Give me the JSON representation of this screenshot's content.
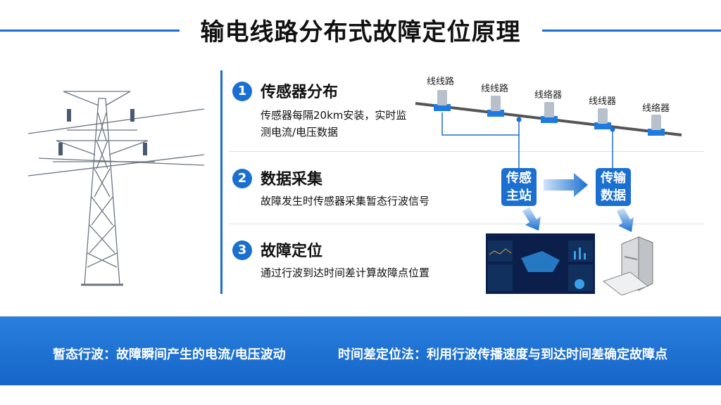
{
  "title": "输电线路分布式故障定位原理",
  "steps": [
    {
      "num": "1",
      "title": "传感器分布",
      "desc": "传感器每隔20km安装，实时监测电流/电压数据"
    },
    {
      "num": "2",
      "title": "数据采集",
      "desc": "故障发生时传感器采集暂态行波信号"
    },
    {
      "num": "3",
      "title": "故障定位",
      "desc": "通过行波到达时间差计算故障点位置"
    }
  ],
  "sensors": [
    "线线路",
    "线线路",
    "线络器",
    "线线器",
    "线络器"
  ],
  "boxes": {
    "master": "传感\n主站",
    "transmit": "传输\n数据"
  },
  "footer": {
    "left": "暂态行波：故障瞬间产生的电流/电压波动",
    "right": "时间差定位法：利用行波传播速度与到达时间差确定故障点"
  },
  "colors": {
    "accent": "#1a6fd0"
  }
}
